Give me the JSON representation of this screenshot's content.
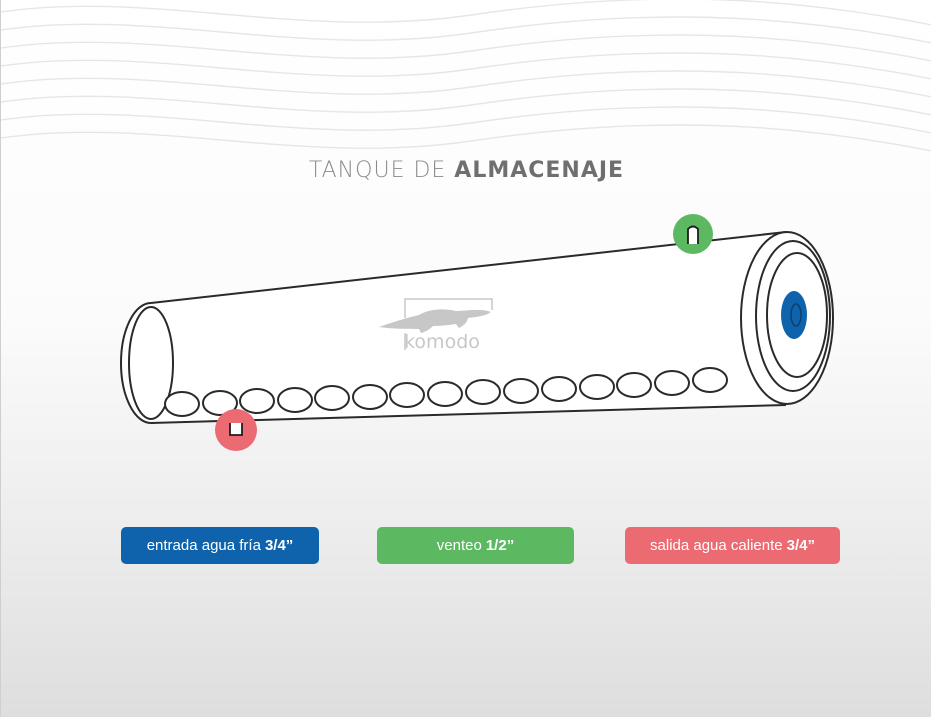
{
  "title": {
    "regular": "TANQUE DE",
    "bold": "ALMACENAJE"
  },
  "brand": {
    "name": "komodo"
  },
  "legend": [
    {
      "text": "entrada agua fría",
      "size": "3/4”",
      "color": "#0f63ad"
    },
    {
      "text": "venteo",
      "size": "1/2”",
      "color": "#5cb861"
    },
    {
      "text": "salida agua caliente",
      "size": "3/4”",
      "color": "#ec6a72"
    }
  ],
  "colors": {
    "inlet": "#0f63ad",
    "vent": "#5cb861",
    "outlet": "#ec6a72",
    "outline": "#2a2a2a"
  },
  "icons": [
    "wave-lines",
    "storage-tank",
    "komodo-logo",
    "inlet-port-marker",
    "vent-port-marker",
    "outlet-port-marker"
  ]
}
